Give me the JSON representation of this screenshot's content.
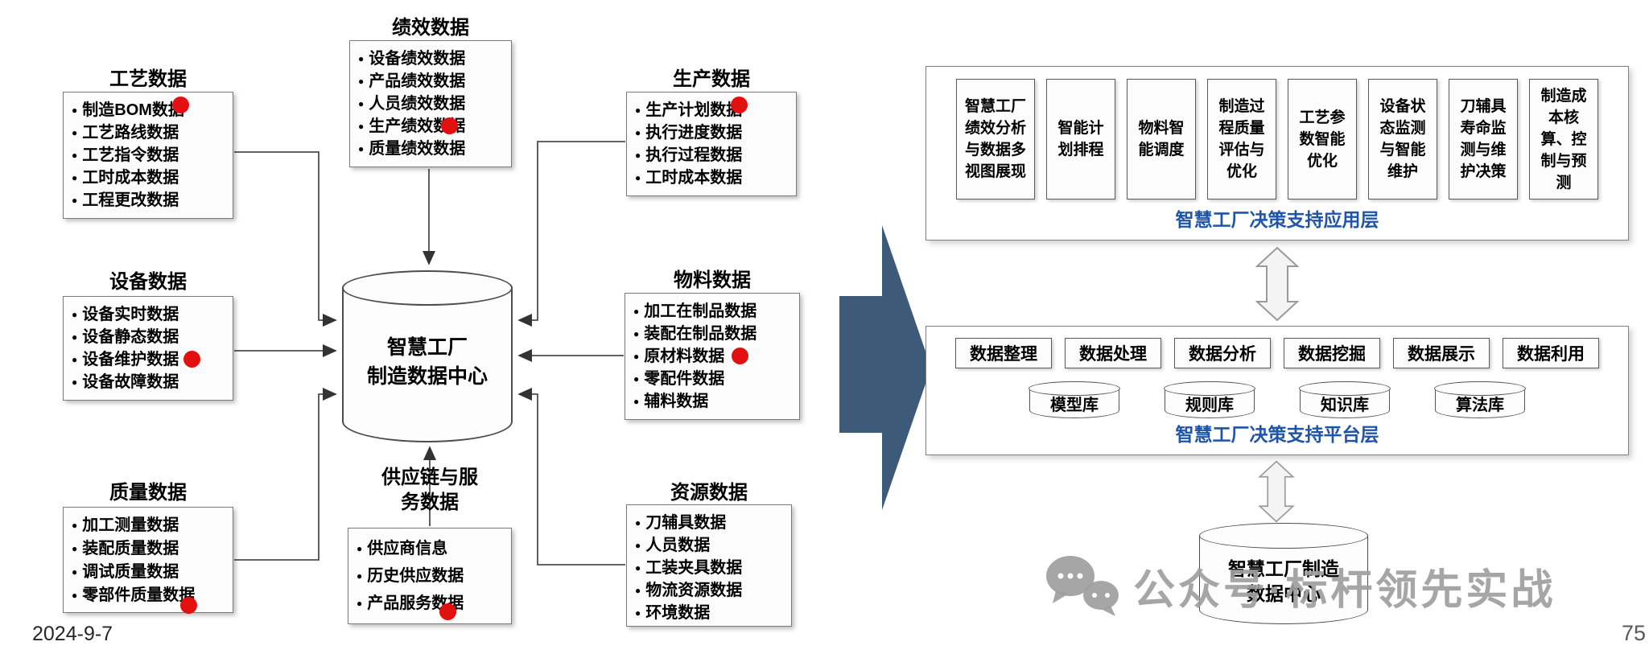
{
  "slide": {
    "date": "2024-9-7",
    "page_number": "75"
  },
  "watermark": {
    "text": "公众号·标杆领先实战"
  },
  "colors": {
    "caption_blue": "#1F55A8",
    "big_arrow_fill": "#3D5A78",
    "marker_red": "#E31010"
  },
  "hub": {
    "line1": "智慧工厂",
    "line2": "制造数据中心"
  },
  "groups": [
    {
      "title": "工艺数据",
      "items": [
        "制造BOM数据",
        "工艺路线数据",
        "工艺指令数据",
        "工时成本数据",
        "工程更改数据"
      ]
    },
    {
      "title": "绩效数据",
      "items": [
        "设备绩效数据",
        "产品绩效数据",
        "人员绩效数据",
        "生产绩效数据",
        "质量绩效数据"
      ]
    },
    {
      "title": "生产数据",
      "items": [
        "生产计划数据",
        "执行进度数据",
        "执行过程数据",
        "工时成本数据"
      ]
    },
    {
      "title": "设备数据",
      "items": [
        "设备实时数据",
        "设备静态数据",
        "设备维护数据",
        "设备故障数据"
      ]
    },
    {
      "title": "物料数据",
      "items": [
        "加工在制品数据",
        "装配在制品数据",
        "原材料数据",
        "零配件数据",
        "辅料数据"
      ]
    },
    {
      "title": "质量数据",
      "items": [
        "加工测量数据",
        "装配质量数据",
        "调试质量数据",
        "零部件质量数据"
      ]
    },
    {
      "title": "供应链与服务数据",
      "items": [
        "供应商信息",
        "历史供应数据",
        "产品服务数据"
      ]
    },
    {
      "title": "资源数据",
      "items": [
        "刀辅具数据",
        "人员数据",
        "工装夹具数据",
        "物流资源数据",
        "环境数据"
      ]
    }
  ],
  "app_layer": {
    "caption": "智慧工厂决策支持应用层",
    "modules": [
      "智慧工厂绩效分析与数据多视图展现",
      "智能计划排程",
      "物料智能调度",
      "制造过程质量评估与优化",
      "工艺参数智能优化",
      "设备状态监测与智能维护",
      "刀辅具寿命监测与维护决策",
      "制造成本核算、控制与预测"
    ]
  },
  "platform_layer": {
    "caption": "智慧工厂决策支持平台层",
    "functions": [
      "数据整理",
      "数据处理",
      "数据分析",
      "数据挖掘",
      "数据展示",
      "数据利用"
    ],
    "repositories": [
      "模型库",
      "规则库",
      "知识库",
      "算法库"
    ]
  },
  "data_center": {
    "line1": "智慧工厂制造",
    "line2": "数据中心"
  }
}
